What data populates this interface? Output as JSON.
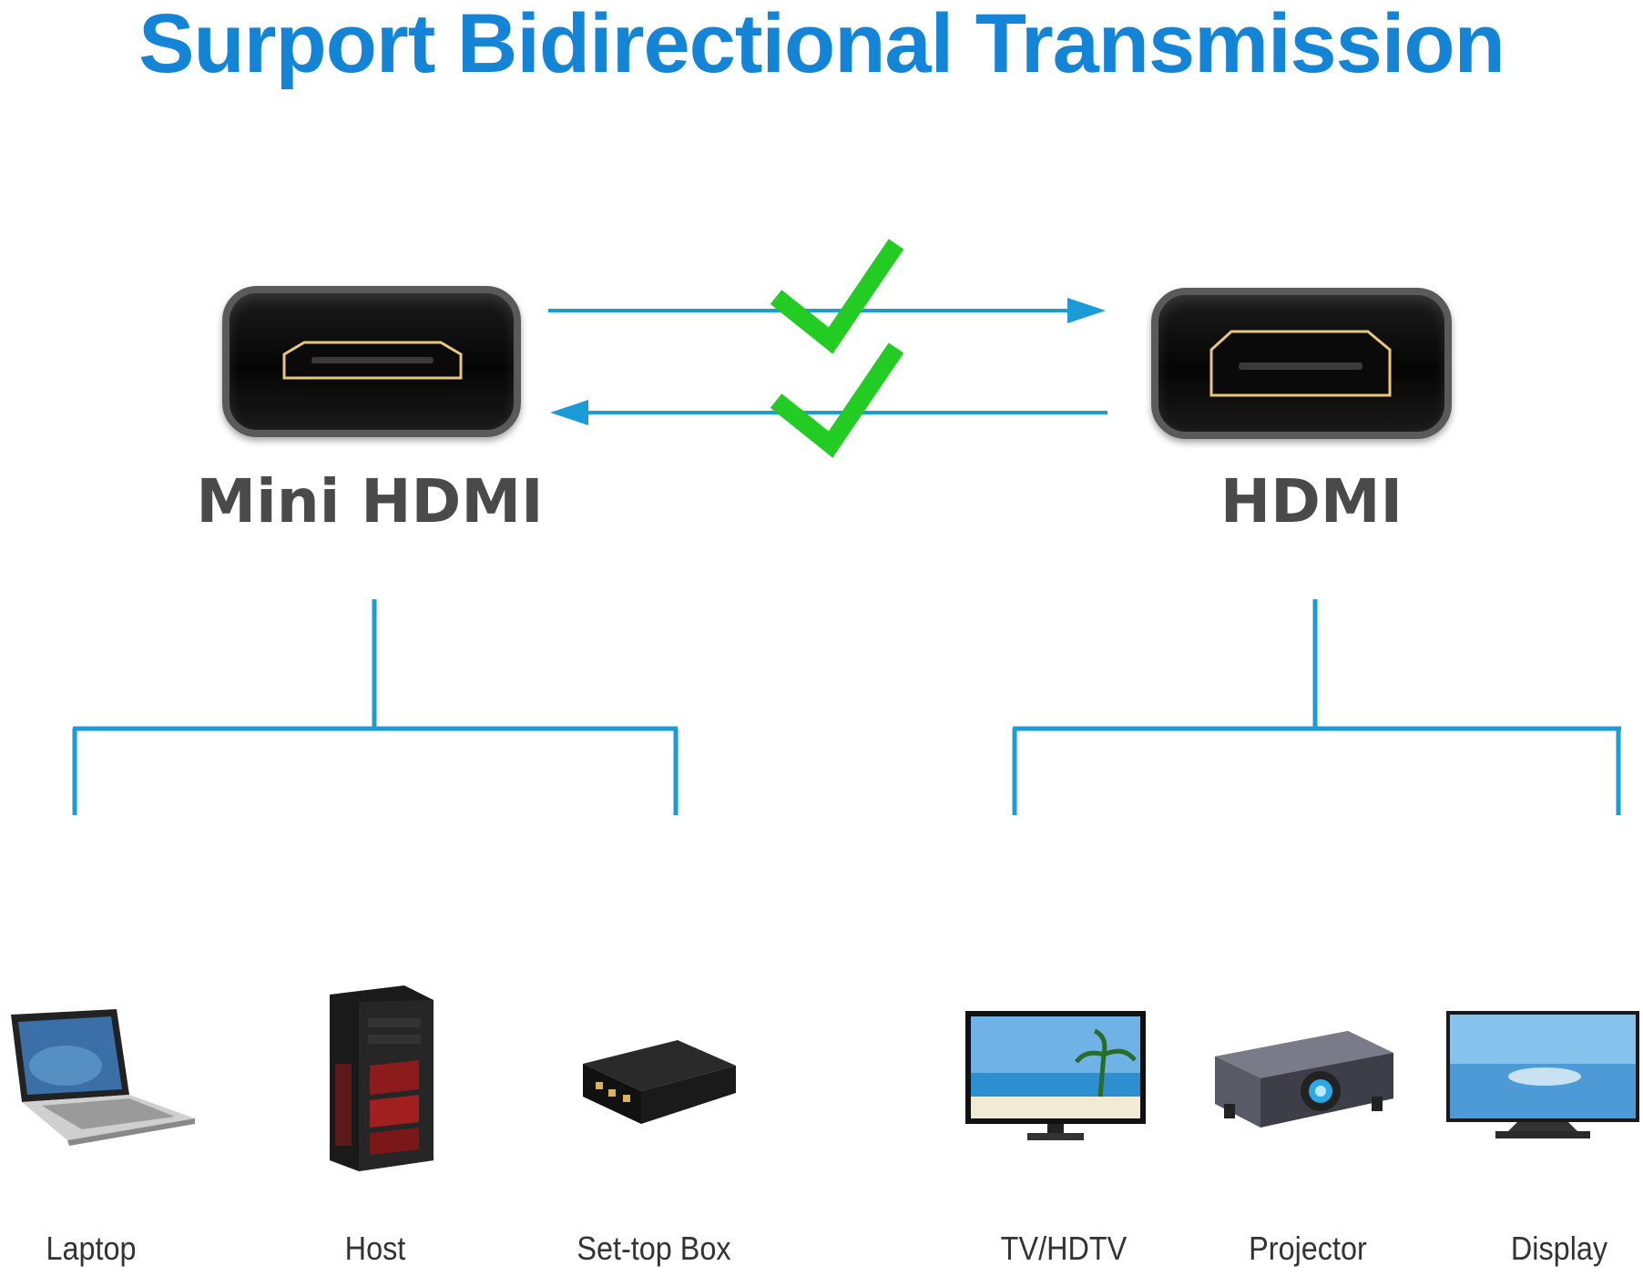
{
  "title": "Surport Bidirectional Transmission",
  "ports": {
    "left": {
      "label": "Mini HDMI"
    },
    "right": {
      "label": "HDMI"
    }
  },
  "colors": {
    "title": "#1485d6",
    "arrow": "#1b9bd7",
    "check": "#22cc22",
    "tree": "#1b9bd7",
    "connector_gold": "#e8c77a"
  },
  "devices_left": [
    {
      "label": "Laptop",
      "icon": "laptop-icon"
    },
    {
      "label": "Host",
      "icon": "pc-tower-icon"
    },
    {
      "label": "Set-top Box",
      "icon": "set-top-box-icon"
    }
  ],
  "devices_right": [
    {
      "label": "TV/HDTV",
      "icon": "tv-icon"
    },
    {
      "label": "Projector",
      "icon": "projector-icon"
    },
    {
      "label": "Display",
      "icon": "monitor-icon"
    }
  ]
}
